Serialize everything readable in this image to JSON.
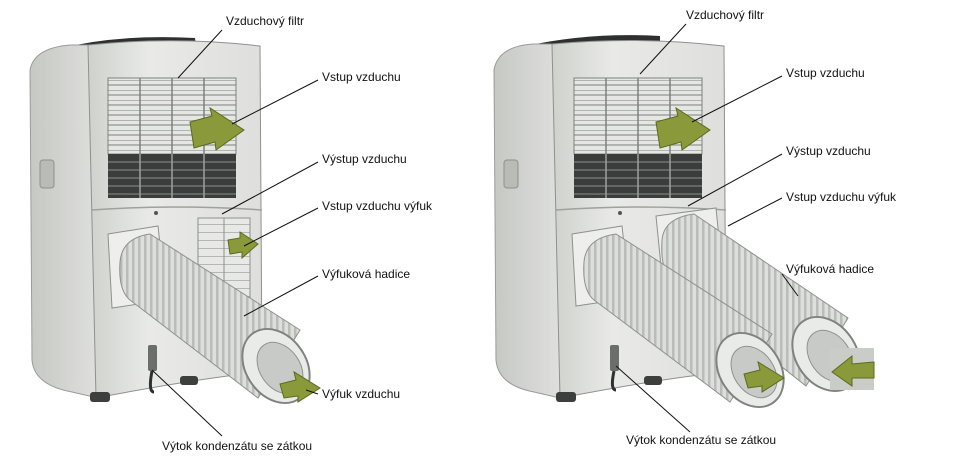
{
  "left_unit": {
    "labels": {
      "air_filter": "Vzduchový filtr",
      "air_inlet": "Vstup vzduchu",
      "air_outlet": "Výstup vzduchu",
      "exhaust_air_inlet": "Vstup vzduchu výfuk",
      "exhaust_hose": "Výfuková hadice",
      "air_exhaust": "Výfuk vzduchu",
      "condensate_drain": "Výtok kondenzátu se zátkou"
    }
  },
  "right_unit": {
    "labels": {
      "air_filter": "Vzduchový filtr",
      "air_inlet": "Vstup vzduchu",
      "air_outlet": "Výstup vzduchu",
      "exhaust_air_inlet": "Vstup vzduchu výfuk",
      "exhaust_hose": "Výfuková hadice",
      "condensate_drain": "Výtok kondenzátu se zátkou"
    }
  },
  "colors": {
    "arrow_green": "#8a9a3a",
    "unit_body": "#e4e5e2",
    "hose": "#d9dcd8"
  }
}
